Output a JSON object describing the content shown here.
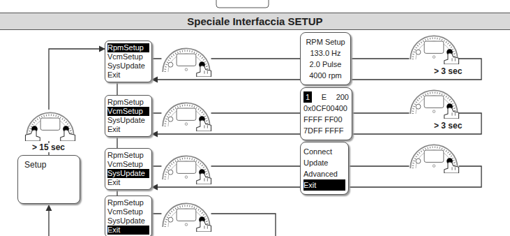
{
  "diagram": {
    "title": "Speciale Interfaccia SETUP",
    "nodes": [
      {
        "text": [
          "Setup"
        ]
      },
      {
        "text": [
          "RpmSetup",
          "VcmSetup",
          "SysUpdate",
          "Exit"
        ]
      },
      {
        "text": [
          "RPM Setup",
          "133.0 Hz",
          "2.0 Pulse",
          "4000 rpm"
        ]
      },
      {
        "text": [
          "RpmSetup",
          "VcmSetup",
          "SysUpdate",
          "Exit"
        ]
      },
      {
        "text": [
          "1",
          "E",
          "200",
          "0x0CF00400",
          "FFFF FF00",
          "7DFF FFFF"
        ]
      },
      {
        "text": [
          "RpmSetup",
          "VcmSetup",
          "SysUpdate",
          "Exit"
        ]
      },
      {
        "text": [
          "Connect",
          "Update",
          "Advanced",
          "Exit"
        ]
      },
      {
        "text": [
          "RpmSetup",
          "VcmSetup",
          "SysUpdate",
          "Exit"
        ]
      }
    ],
    "edges": [
      {
        "from": 0,
        "to": 1,
        "arrow": "to"
      },
      {
        "from": 1,
        "to": 2,
        "arrow": "none"
      },
      {
        "from": 2,
        "to": 1,
        "arrow": "to"
      },
      {
        "from": 1,
        "to": 3,
        "arrow": "none"
      },
      {
        "from": 3,
        "to": 4,
        "arrow": "none"
      },
      {
        "from": 4,
        "to": 3,
        "arrow": "to"
      },
      {
        "from": 3,
        "to": 5,
        "arrow": "none"
      },
      {
        "from": 5,
        "to": 6,
        "arrow": "none"
      },
      {
        "from": 6,
        "to": 5,
        "arrow": "to"
      },
      {
        "from": 5,
        "to": 7,
        "arrow": "none"
      }
    ],
    "labels": [
      "> 15 sec",
      "> 3 sec",
      "> 3 sec"
    ]
  }
}
